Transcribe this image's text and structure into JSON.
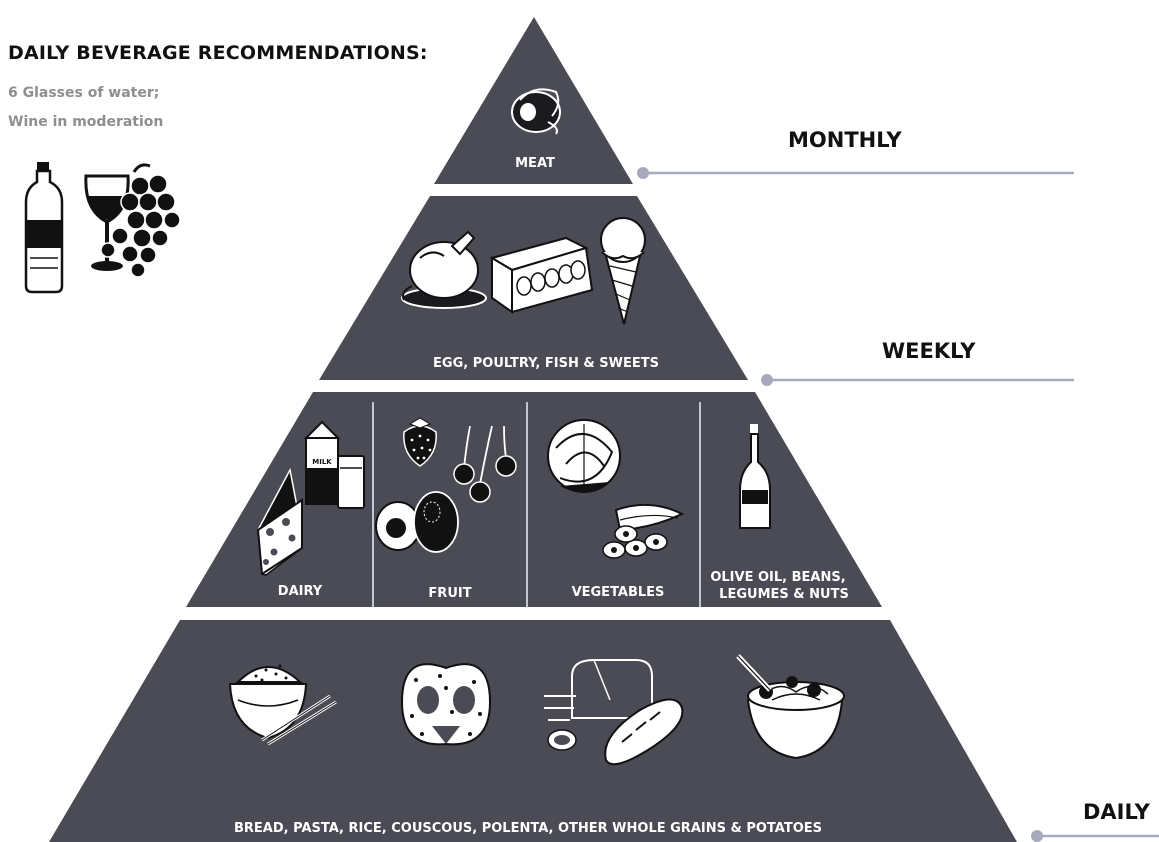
{
  "beverages": {
    "title": "DAILY BEVERAGE RECOMMENDATIONS:",
    "lines": [
      "6 Glasses of water;",
      "Wine in moderation"
    ]
  },
  "frequencies": {
    "monthly": "MONTHLY",
    "weekly": "WEEKLY",
    "daily": "DAILY"
  },
  "tiers": {
    "top": {
      "label": "MEAT"
    },
    "second": {
      "label": "EGG, POULTRY, FISH & SWEETS"
    },
    "third": {
      "sections": [
        {
          "label": "DAIRY"
        },
        {
          "label": "FRUIT"
        },
        {
          "label": "VEGETABLES"
        },
        {
          "label_line1": "OLIVE OIL, BEANS,",
          "label_line2": "LEGUMES & NUTS"
        }
      ]
    },
    "base": {
      "label": "BREAD, PASTA, RICE, COUSCOUS, POLENTA, OTHER WHOLE GRAINS & POTATOES"
    }
  },
  "colors": {
    "tier_fill": "#4a4b55",
    "connector": "#a7aabd",
    "divider": "#c3c6d2"
  },
  "icons": {
    "beverages": [
      "water-bottle-icon",
      "wine-glass-icon",
      "grapes-icon"
    ],
    "top": [
      "ham-icon"
    ],
    "second": [
      "roast-chicken-icon",
      "egg-carton-icon",
      "ice-cream-cone-icon"
    ],
    "third": [
      "cheese-icon",
      "milk-carton-icon",
      "milk-glass-icon",
      "strawberry-icon",
      "cherries-icon",
      "avocado-icon",
      "cabbage-icon",
      "banana-icon",
      "oil-bottle-icon"
    ],
    "base": [
      "rice-bowl-icon",
      "pretzel-icon",
      "bread-loaf-icon",
      "baguette-icon",
      "pasta-bowl-icon"
    ]
  }
}
